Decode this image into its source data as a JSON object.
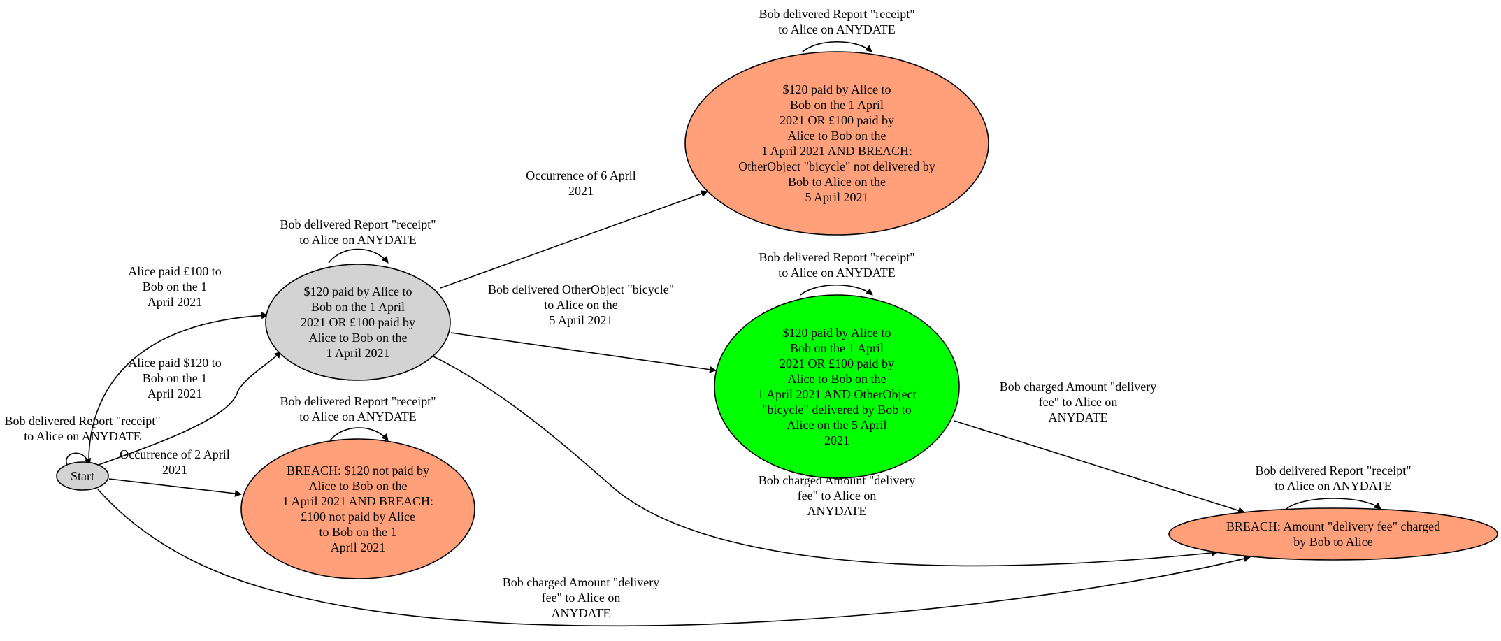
{
  "colors": {
    "start": "#d3d3d3",
    "initial_state": "#d3d3d3",
    "breach": "#ffa07a",
    "fulfilled": "#00ff00"
  },
  "nodes": {
    "start": {
      "lines": [
        "Start"
      ]
    },
    "s1": {
      "lines": [
        "$120 paid by Alice to",
        "Bob on the 1 April",
        "2021 OR £100 paid by",
        "Alice to Bob on the",
        "1 April 2021"
      ]
    },
    "s2": {
      "lines": [
        "$120 paid by Alice to",
        "Bob on the 1 April",
        "2021 OR £100 paid by",
        "Alice to Bob on the",
        "1 April 2021 AND BREACH:",
        "OtherObject \"bicycle\" not delivered by",
        "Bob to Alice on the",
        "5 April 2021"
      ]
    },
    "s3": {
      "lines": [
        "$120 paid by Alice to",
        "Bob on the 1 April",
        "2021 OR £100 paid by",
        "Alice to Bob on the",
        "1 April 2021 AND OtherObject",
        "\"bicycle\" delivered by Bob to",
        "Alice on the 5 April",
        "2021"
      ]
    },
    "s4": {
      "lines": [
        "BREACH: $120 not paid by",
        "Alice to Bob on the",
        "1 April 2021 AND BREACH:",
        "£100 not paid by Alice",
        "to Bob on the 1",
        "April 2021"
      ]
    },
    "s5": {
      "lines": [
        "BREACH: Amount \"delivery fee\" charged",
        "by Bob to Alice"
      ]
    }
  },
  "edges": {
    "loop_start": {
      "lines": [
        "Bob delivered Report \"receipt\"",
        "to Alice on ANYDATE"
      ]
    },
    "loop_s1": {
      "lines": [
        "Bob delivered Report \"receipt\"",
        "to Alice on ANYDATE"
      ]
    },
    "loop_s2": {
      "lines": [
        "Bob delivered Report \"receipt\"",
        "to Alice on ANYDATE"
      ]
    },
    "loop_s3": {
      "lines": [
        "Bob delivered Report \"receipt\"",
        "to Alice on ANYDATE"
      ]
    },
    "loop_s4": {
      "lines": [
        "Bob delivered Report \"receipt\"",
        "to Alice on ANYDATE"
      ]
    },
    "loop_s5": {
      "lines": [
        "Bob delivered Report \"receipt\"",
        "to Alice on ANYDATE"
      ]
    },
    "start_s1_pound": {
      "lines": [
        "Alice paid £100 to",
        "Bob on the 1",
        "April 2021"
      ]
    },
    "start_s1_dollar": {
      "lines": [
        "Alice paid $120 to",
        "Bob on the 1",
        "April 2021"
      ]
    },
    "start_s4": {
      "lines": [
        "Occurrence of 2 April",
        "2021"
      ]
    },
    "start_s5": {
      "lines": [
        "Bob charged Amount \"delivery",
        "fee\" to Alice on",
        "ANYDATE"
      ]
    },
    "s1_s2": {
      "lines": [
        "Occurrence of 6 April",
        "2021"
      ]
    },
    "s1_s3": {
      "lines": [
        "Bob delivered OtherObject \"bicycle\"",
        "to Alice on the",
        "5 April 2021"
      ]
    },
    "s1_s5": {
      "lines": [
        "Bob charged Amount \"delivery",
        "fee\" to Alice on",
        "ANYDATE"
      ]
    },
    "s3_s5": {
      "lines": [
        "Bob charged Amount \"delivery",
        "fee\" to Alice on",
        "ANYDATE"
      ]
    }
  }
}
